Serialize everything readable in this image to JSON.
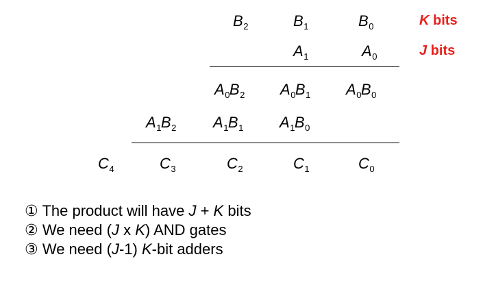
{
  "multiplicand": [
    {
      "letter": "B",
      "index": "2"
    },
    {
      "letter": "B",
      "index": "1"
    },
    {
      "letter": "B",
      "index": "0"
    }
  ],
  "multiplier": [
    {
      "letter": "A",
      "index": "1"
    },
    {
      "letter": "A",
      "index": "0"
    }
  ],
  "labels": {
    "k_var": "K",
    "k_unit": " bits",
    "j_var": "J",
    "j_unit": " bits"
  },
  "partial_row_1": [
    {
      "a": "A",
      "ai": "0",
      "b": "B",
      "bi": "2"
    },
    {
      "a": "A",
      "ai": "0",
      "b": "B",
      "bi": "1"
    },
    {
      "a": "A",
      "ai": "0",
      "b": "B",
      "bi": "0"
    }
  ],
  "partial_row_2": [
    {
      "a": "A",
      "ai": "1",
      "b": "B",
      "bi": "2"
    },
    {
      "a": "A",
      "ai": "1",
      "b": "B",
      "bi": "1"
    },
    {
      "a": "A",
      "ai": "1",
      "b": "B",
      "bi": "0"
    }
  ],
  "product": [
    {
      "letter": "C",
      "index": "4"
    },
    {
      "letter": "C",
      "index": "3"
    },
    {
      "letter": "C",
      "index": "2"
    },
    {
      "letter": "C",
      "index": "1"
    },
    {
      "letter": "C",
      "index": "0"
    }
  ],
  "notes": [
    {
      "marker": "①",
      "t1": " The product will have ",
      "v1": "J",
      "t2": " + ",
      "v2": "K",
      "t3": " bits"
    },
    {
      "marker": "②",
      "t1": " We need (",
      "v1": "J",
      "t2": " x ",
      "v2": "K",
      "t3": ") AND gates"
    },
    {
      "marker": "③",
      "t1": " We need (",
      "v1": "J",
      "t2": "-1) ",
      "v2": "K",
      "t3": "-bit adders"
    }
  ]
}
